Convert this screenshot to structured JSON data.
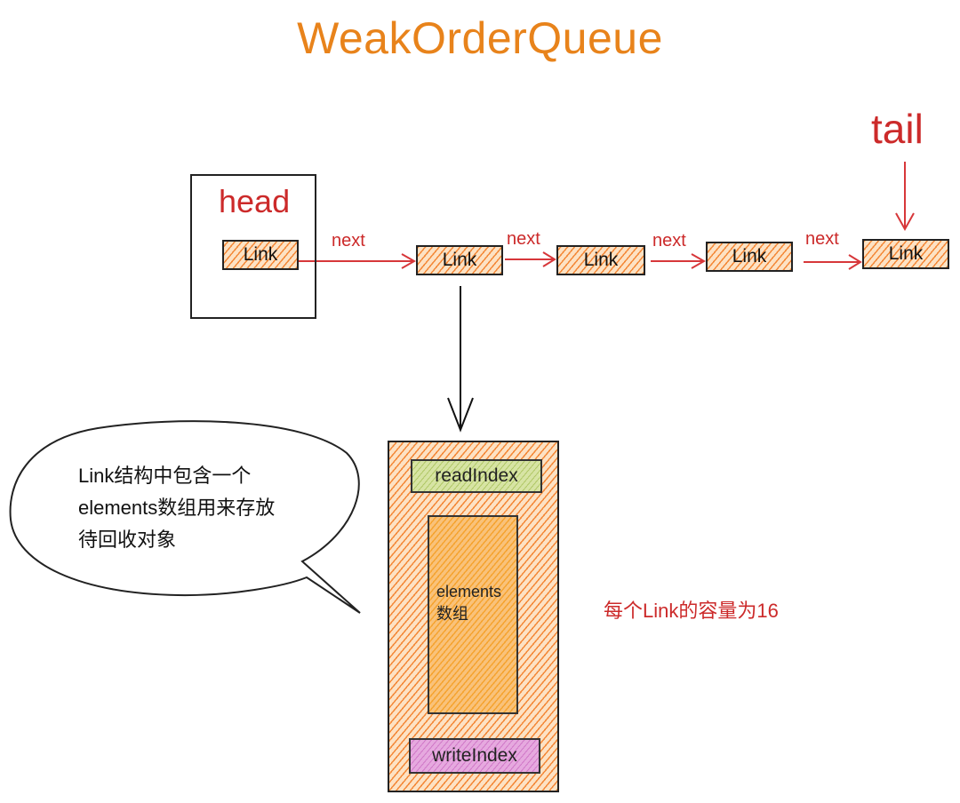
{
  "title": "WeakOrderQueue",
  "head": {
    "label": "head",
    "link_label": "Link"
  },
  "tail": {
    "label": "tail"
  },
  "chain": {
    "links": [
      "Link",
      "Link",
      "Link",
      "Link"
    ],
    "next_labels": [
      "next",
      "next",
      "next",
      "next"
    ]
  },
  "link_detail": {
    "read_index": "readIndex",
    "elements_line1": "elements",
    "elements_line2": "数组",
    "write_index": "writeIndex"
  },
  "capacity_note": "每个Link的容量为16",
  "speech_bubble": {
    "line1": "Link结构中包含一个",
    "line2": "elements数组用来存放",
    "line3": "待回收对象"
  },
  "colors": {
    "title": "#e8831b",
    "annotation_red": "#cc2a2a",
    "hatch_orange": "#f2781e",
    "read_index_green": "#d7e4a4",
    "write_index_pink": "#e6a9df"
  }
}
